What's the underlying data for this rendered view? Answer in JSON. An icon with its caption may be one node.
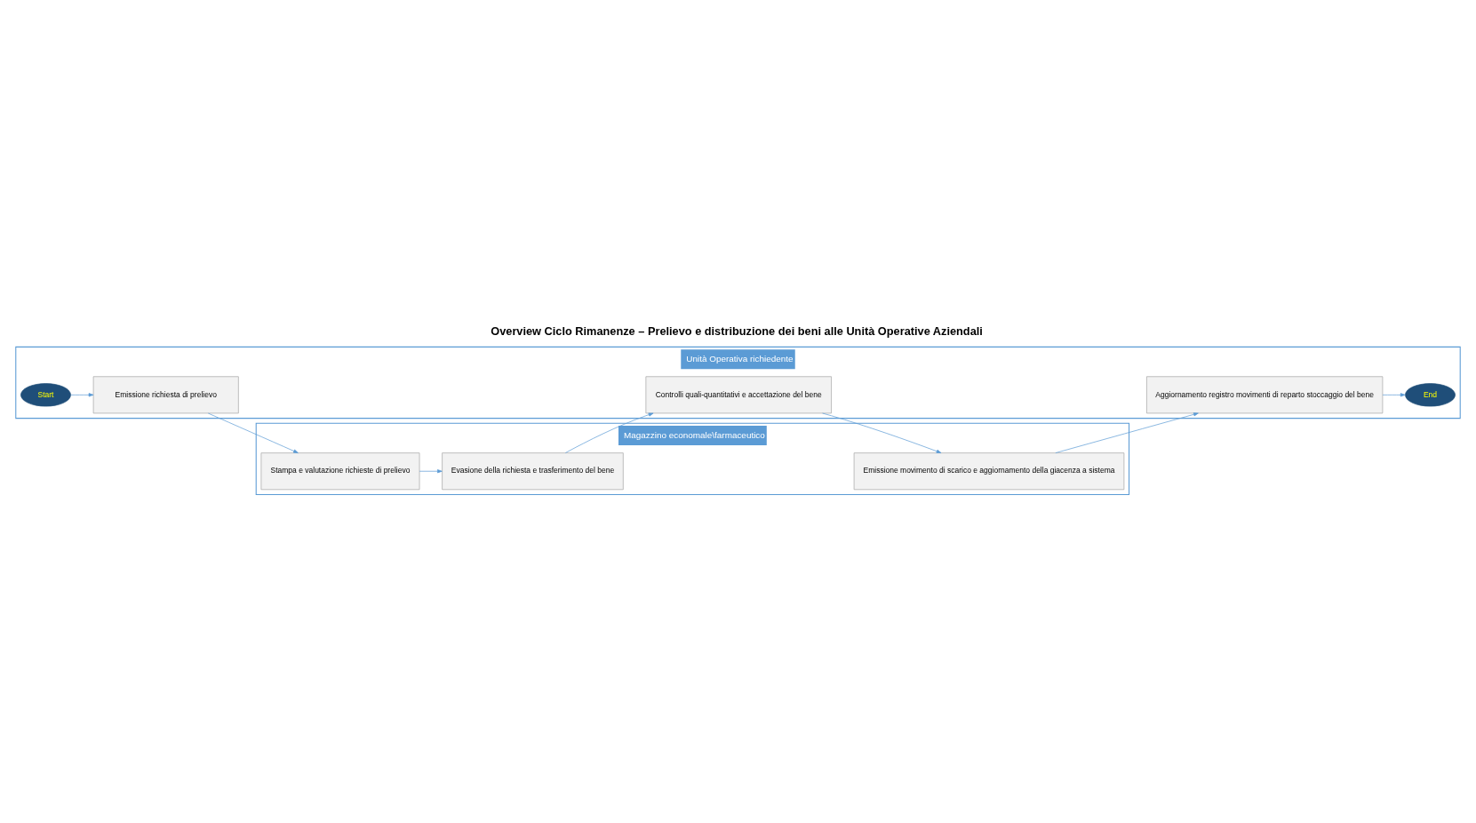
{
  "diagram": {
    "title": "Overview Ciclo Rimanenze – Prelievo e distribuzione dei beni alle Unità Operative Aziendali",
    "nodes": [
      {
        "text": [
          "Unità Operativa richiedente"
        ]
      },
      {
        "text": [
          "Start"
        ],
        "in": 0
      },
      {
        "text": [
          "Emissione richiesta di prelievo"
        ],
        "in": 0
      },
      {
        "text": [
          "Controlli quali-quantitativi e accettazione del bene"
        ],
        "in": 0
      },
      {
        "text": [
          "Aggiornamento registro movimenti di reparto stoccaggio del bene"
        ],
        "in": 0
      },
      {
        "text": [
          "End"
        ],
        "in": 0
      },
      {
        "text": [
          "Magazzino economale\\farmaceutico"
        ]
      },
      {
        "text": [
          "Stampa e valutazione richieste di prelievo"
        ],
        "in": 6
      },
      {
        "text": [
          "Evasione della richiesta e trasferimento del bene"
        ],
        "in": 6
      },
      {
        "text": [
          "Emissione movimento di scarico e aggiornamento della giacenza a sistema"
        ],
        "in": 6
      }
    ],
    "edges": [
      {
        "from": 1,
        "to": 2,
        "arrow": "to"
      },
      {
        "from": 2,
        "to": 7,
        "arrow": "to"
      },
      {
        "from": 7,
        "to": 8,
        "arrow": "to"
      },
      {
        "from": 8,
        "to": 3,
        "arrow": "to"
      },
      {
        "from": 3,
        "to": 9,
        "arrow": "to"
      },
      {
        "from": 9,
        "to": 4,
        "arrow": "to"
      },
      {
        "from": 4,
        "to": 5,
        "arrow": "to"
      }
    ]
  }
}
